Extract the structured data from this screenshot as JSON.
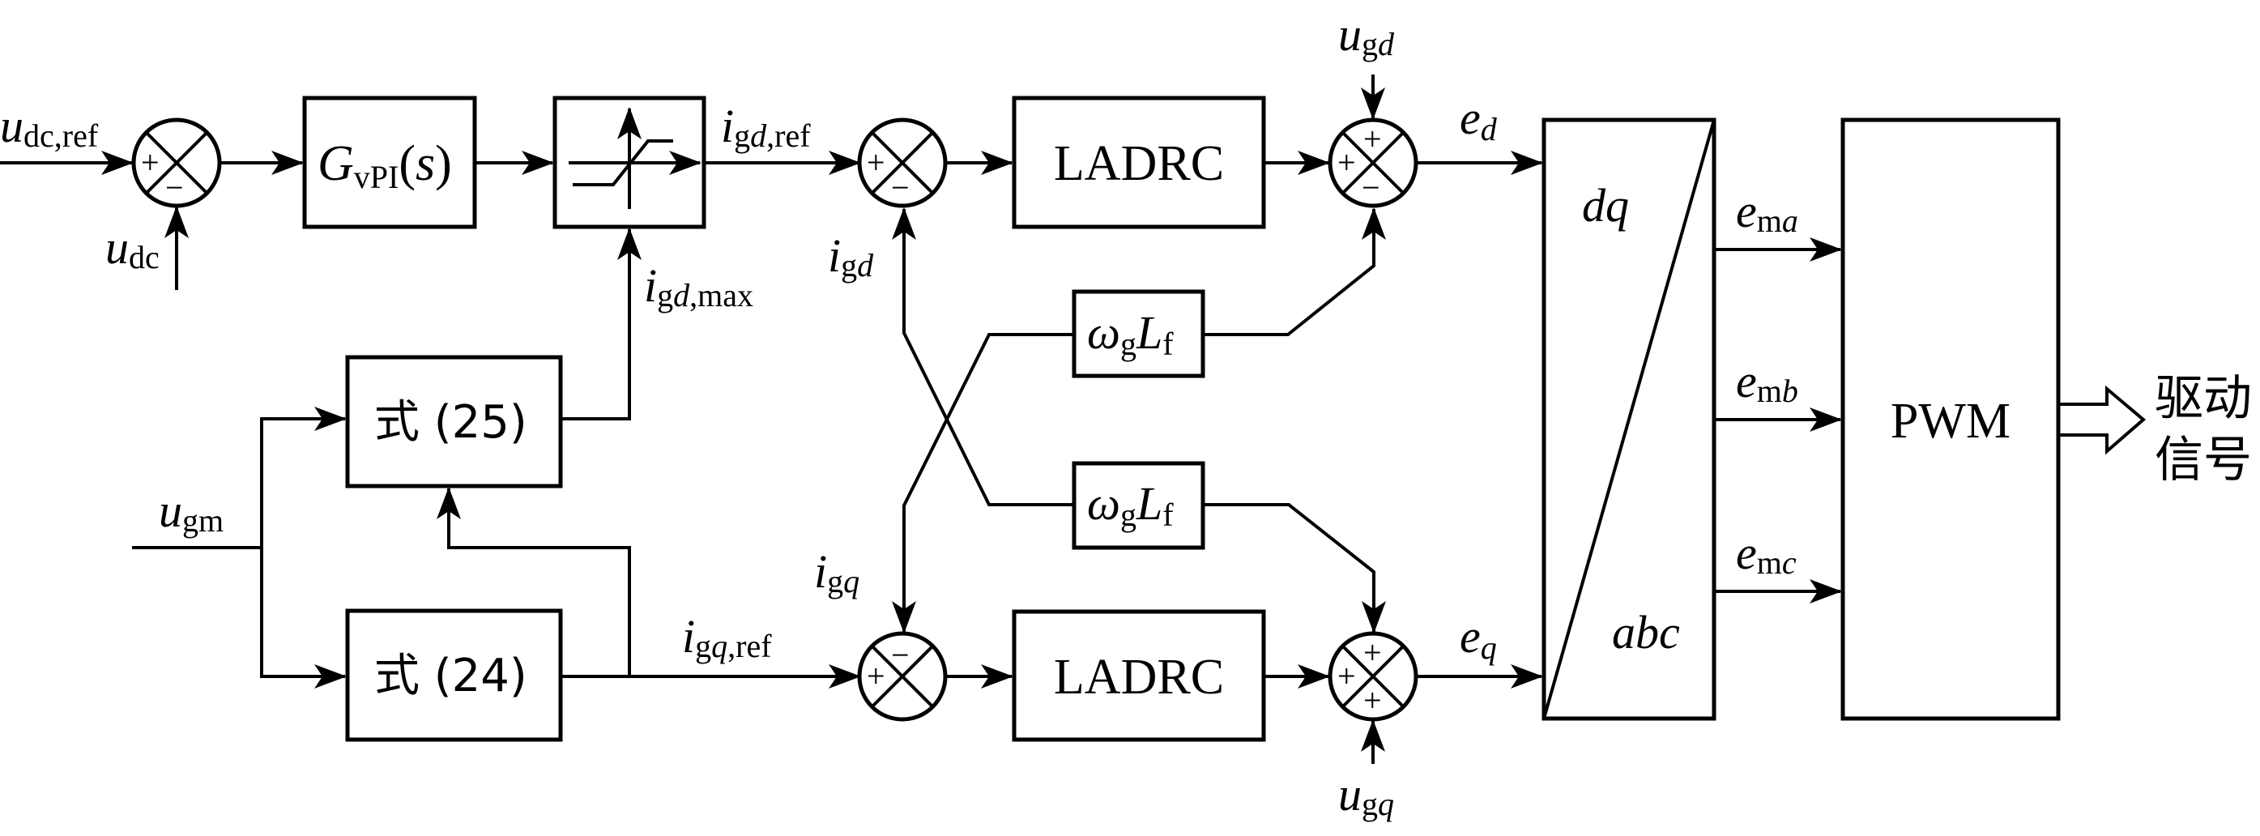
{
  "diagram": {
    "colors": {
      "stroke": "#000000",
      "background": "#ffffff"
    },
    "blocks": {
      "g_vpi": {
        "main": "G",
        "sub": "vPI",
        "arg_open": "(",
        "arg": "s",
        "arg_close": ")"
      },
      "limiter": {
        "name": "saturation-limiter"
      },
      "ladrc_d": {
        "label": "LADRC"
      },
      "ladrc_q": {
        "label": "LADRC"
      },
      "eq25": {
        "label": "式 (25)"
      },
      "eq24": {
        "label": "式 (24)"
      },
      "wl_top": {
        "omega": "ω",
        "omega_sub": "g",
        "L": "L",
        "L_sub": "f"
      },
      "wl_bottom": {
        "omega": "ω",
        "omega_sub": "g",
        "L": "L",
        "L_sub": "f"
      },
      "transform": {
        "top": "dq",
        "bottom": "abc"
      },
      "pwm": {
        "label": "PWM"
      },
      "output": {
        "line1": "驱动",
        "line2": "信号"
      }
    },
    "summers": {
      "s1": {
        "left": "+",
        "bottom": "−"
      },
      "s2": {
        "left": "+",
        "bottom": "−"
      },
      "s3": {
        "top": "+",
        "left": "+",
        "bottom": "−"
      },
      "s4": {
        "top": "−",
        "left": "+"
      },
      "s5": {
        "top": "+",
        "left": "+",
        "bottom": "+"
      }
    },
    "signals": {
      "udc_ref": {
        "main": "u",
        "sub": "dc,ref"
      },
      "udc": {
        "main": "u",
        "sub": "dc"
      },
      "igd_ref": {
        "main": "i",
        "sub1": "g",
        "sub2": "d",
        "sub3": ",ref"
      },
      "igd_max": {
        "main": "i",
        "sub1": "g",
        "sub2": "d",
        "sub3": ",max"
      },
      "igd": {
        "main": "i",
        "sub1": "g",
        "sub2": "d"
      },
      "igq": {
        "main": "i",
        "sub1": "g",
        "sub2": "q"
      },
      "igq_ref": {
        "main": "i",
        "sub1": "g",
        "sub2": "q",
        "sub3": ",ref"
      },
      "ugm": {
        "main": "u",
        "sub": "gm"
      },
      "ugd": {
        "main": "u",
        "sub1": "g",
        "sub2": "d"
      },
      "ugq": {
        "main": "u",
        "sub1": "g",
        "sub2": "q"
      },
      "ed": {
        "main": "e",
        "sub": "d"
      },
      "eq": {
        "main": "e",
        "sub": "q"
      },
      "ema": {
        "main": "e",
        "sub1": "m",
        "sub2": "a"
      },
      "emb": {
        "main": "e",
        "sub1": "m",
        "sub2": "b"
      },
      "emc": {
        "main": "e",
        "sub1": "m",
        "sub2": "c"
      }
    }
  }
}
